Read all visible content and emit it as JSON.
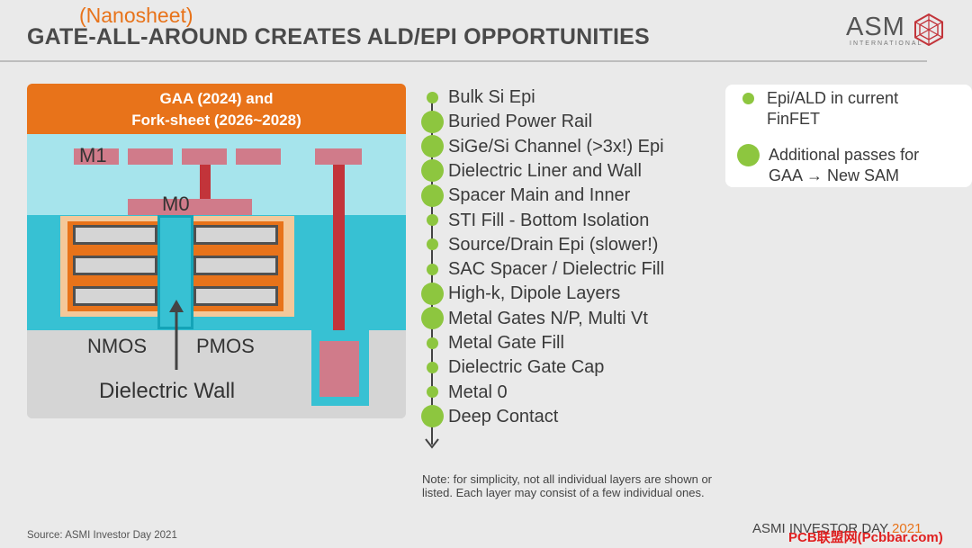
{
  "header": {
    "note": "(Nanosheet)",
    "title": "GATE-ALL-AROUND CREATES ALD/EPI OPPORTUNITIES",
    "logo_text": "ASM",
    "logo_sub": "INTERNATIONAL"
  },
  "diagram": {
    "header_line1": "GAA (2024) and",
    "header_line2": "Fork-sheet (2026~2028)",
    "m1_label": "M1",
    "m0_label": "M0",
    "nmos_label": "NMOS",
    "pmos_label": "PMOS",
    "wall_label": "Dielectric Wall",
    "colors": {
      "orange": "#e8731a",
      "m1_band": "#a6e4ec",
      "fet_band": "#37c1d3",
      "pad": "#d07b8a",
      "via": "#c2343a"
    }
  },
  "process_steps": [
    {
      "label": "Bulk Si Epi",
      "type": "current"
    },
    {
      "label": "Buried Power Rail",
      "type": "additional"
    },
    {
      "label": "SiGe/Si Channel (>3x!) Epi",
      "type": "additional"
    },
    {
      "label": "Dielectric Liner and Wall",
      "type": "additional"
    },
    {
      "label": "Spacer Main and Inner",
      "type": "additional"
    },
    {
      "label": "STI Fill - Bottom Isolation",
      "type": "current"
    },
    {
      "label": "Source/Drain Epi (slower!)",
      "type": "current"
    },
    {
      "label": "SAC Spacer / Dielectric Fill",
      "type": "current"
    },
    {
      "label": "High-k, Dipole Layers",
      "type": "additional"
    },
    {
      "label": "Metal Gates N/P, Multi Vt",
      "type": "additional"
    },
    {
      "label": "Metal Gate Fill",
      "type": "current"
    },
    {
      "label": "Dielectric Gate Cap",
      "type": "current"
    },
    {
      "label": "Metal 0",
      "type": "current"
    },
    {
      "label": "Deep Contact",
      "type": "additional"
    }
  ],
  "legend": {
    "current_line1": "Epi/ALD in current",
    "current_line2": "FinFET",
    "additional_line1": "Additional passes for",
    "additional_line2": "GAA → New SAM",
    "dot_color": "#8dc63f"
  },
  "note": "Note: for simplicity, not all individual layers are shown or listed. Each layer may consist of a few individual ones.",
  "source": "Source: ASMI Investor Day 2021",
  "footer": {
    "text": "ASMI INVESTOR DAY ",
    "year": "2021"
  },
  "watermark": "PCB联盟网(Pcbbar.com)"
}
